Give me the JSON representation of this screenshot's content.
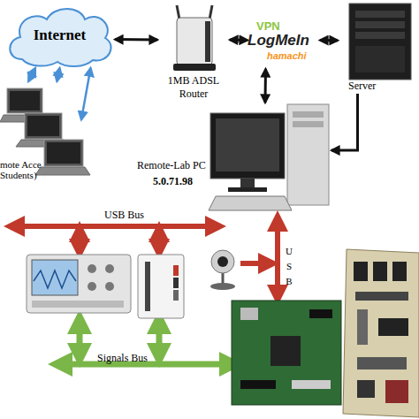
{
  "diagram": {
    "nodes": [
      {
        "text": [
          "Internet"
        ]
      },
      {
        "text": [
          "1MB ADSL Router"
        ]
      },
      {
        "text": [
          "VPN",
          "LogMeIn",
          "hamachi"
        ]
      },
      {
        "text": [
          "Server"
        ]
      },
      {
        "text": [
          "mote Acce Students)"
        ]
      },
      {
        "text": [
          "Remote-Lab PC",
          "5.0.71.98"
        ]
      }
    ],
    "edges": [
      {
        "from": 4,
        "to": 0,
        "arrow": "both"
      },
      {
        "from": 4,
        "to": 0,
        "arrow": "both"
      },
      {
        "from": 4,
        "to": 0,
        "arrow": "both"
      },
      {
        "from": 0,
        "to": 1,
        "arrow": "both"
      },
      {
        "from": 1,
        "to": 2,
        "arrow": "both"
      },
      {
        "from": 2,
        "to": 3,
        "arrow": "both"
      },
      {
        "from": 2,
        "to": 5,
        "arrow": "both"
      },
      {
        "from": 3,
        "to": 5,
        "arrow": "to"
      }
    ],
    "labels": [
      "USB Bus",
      "USB",
      "Signals Bus"
    ]
  }
}
